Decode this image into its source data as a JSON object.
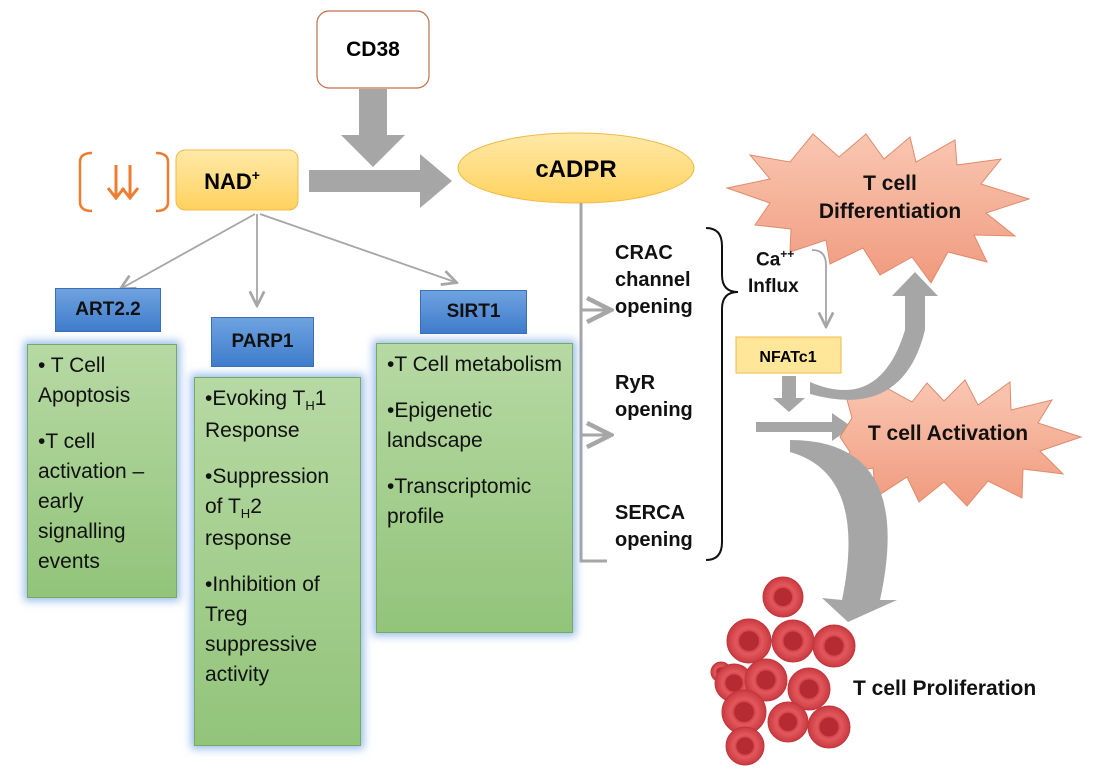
{
  "nodes": {
    "cd38": "CD38",
    "nad": "NAD",
    "nad_sup": "+",
    "cadpr": "cADPR",
    "art": "ART2.2",
    "parp": "PARP1",
    "sirt": "SIRT1",
    "nfatc1": "NFATc1"
  },
  "art_items": [
    "• T Cell Apoptosis",
    "•T cell activation – early signalling events"
  ],
  "parp_items": [
    {
      "pre": "•Evoking T",
      "sub": "H",
      "post": "1 Response"
    },
    {
      "pre": "•Suppression of T",
      "sub": "H",
      "post": "2 response"
    },
    {
      "pre": "•Inhibition of Treg suppressive activity",
      "sub": "",
      "post": ""
    }
  ],
  "sirt_items": [
    "•T Cell metabolism",
    "•Epigenetic landscape",
    "•Transcriptomic profile"
  ],
  "channels": {
    "crac": [
      "CRAC",
      "channel",
      "opening"
    ],
    "ryr": [
      "RyR",
      "opening"
    ],
    "serca": [
      "SERCA",
      "opening"
    ]
  },
  "ca": {
    "ion": "Ca",
    "charge": "++",
    "influx": "Influx"
  },
  "outcomes": {
    "differentiation": [
      "T cell",
      "Differentiation"
    ],
    "activation": "T cell Activation",
    "proliferation": "T cell Proliferation"
  },
  "colors": {
    "arrow_grey": "#a6a6a6",
    "nad_fill": "#ffd966",
    "burst_fill": "#f4a98f",
    "cell_red": "#d9474c",
    "down_arrow_orange": "#ed7d31"
  }
}
